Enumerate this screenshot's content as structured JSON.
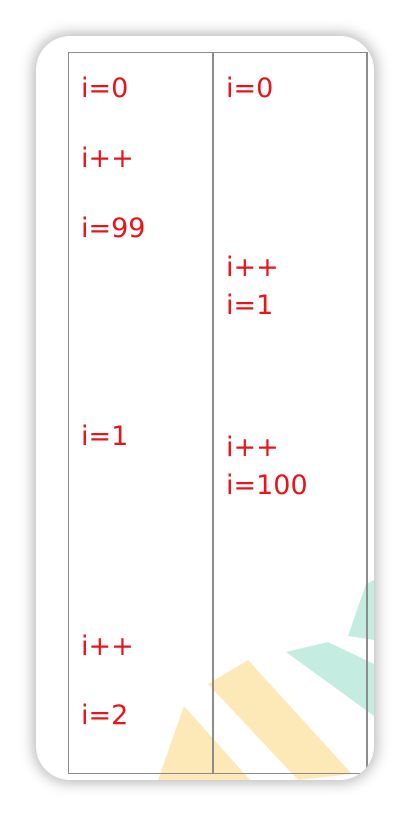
{
  "columns": [
    {
      "steps": [
        "i=0",
        "i++",
        "i=99",
        "i=1",
        "i++",
        "i=2"
      ]
    },
    {
      "steps": [
        "i=0",
        "i++",
        "i=1",
        "i++",
        "i=100"
      ]
    }
  ],
  "colors": {
    "text": "#e8131b",
    "border": "#8c8c8c",
    "accent_yellow": "#fde8b8",
    "accent_teal": "#c4ece0"
  }
}
